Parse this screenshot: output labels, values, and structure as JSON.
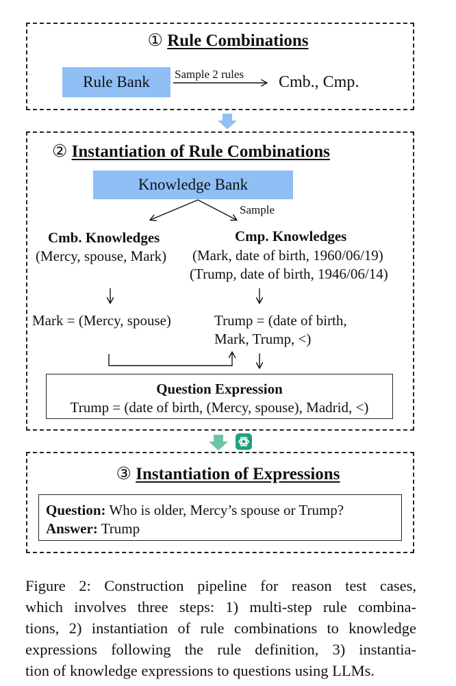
{
  "step1": {
    "number": "①",
    "title": "Rule Combinations",
    "rule_bank": "Rule Bank",
    "arrow_label": "Sample 2 rules",
    "result": "Cmb., Cmp."
  },
  "step2": {
    "number": "②",
    "title": "Instantiation of Rule Combinations",
    "knowledge_bank": "Knowledge Bank",
    "sample_label": "Sample",
    "cmb_heading": "Cmb. Knowledges",
    "cmb_triple": "(Mercy, spouse, Mark)",
    "cmp_heading": "Cmp. Knowledges",
    "cmp_triples": [
      "(Mark, date of birth, 1960/06/19)",
      "(Trump, date of birth, 1946/06/14)"
    ],
    "cmb_expression": "Mark = (Mercy, spouse)",
    "cmp_expression": [
      "Trump = (date of birth,",
      "Mark, Trump, <)"
    ],
    "question_expression_heading": "Question Expression",
    "question_expression": "Trump = (date of birth, (Mercy, spouse), Madrid, <)"
  },
  "step3": {
    "number": "③",
    "title": "Instantiation of Expressions",
    "question_label": "Question:",
    "question_text": " Who is older, Mercy’s spouse or Trump?",
    "answer_label": "Answer:",
    "answer_text": " Trump"
  },
  "colors": {
    "bank_fill": "#8fbff5",
    "arrow_blue": "#8fbff5",
    "arrow_green": "#6cc4a6",
    "openai_badge": "#1aa37f"
  },
  "caption": [
    "Figure 2: Construction pipeline for reason test cases,",
    "which involves three steps: 1) multi-step rule combina-",
    "tions, 2) instantiation of rule combinations to knowledge",
    "expressions following the rule definition, 3) instantia-",
    "tion of knowledge expressions to questions using LLMs."
  ]
}
